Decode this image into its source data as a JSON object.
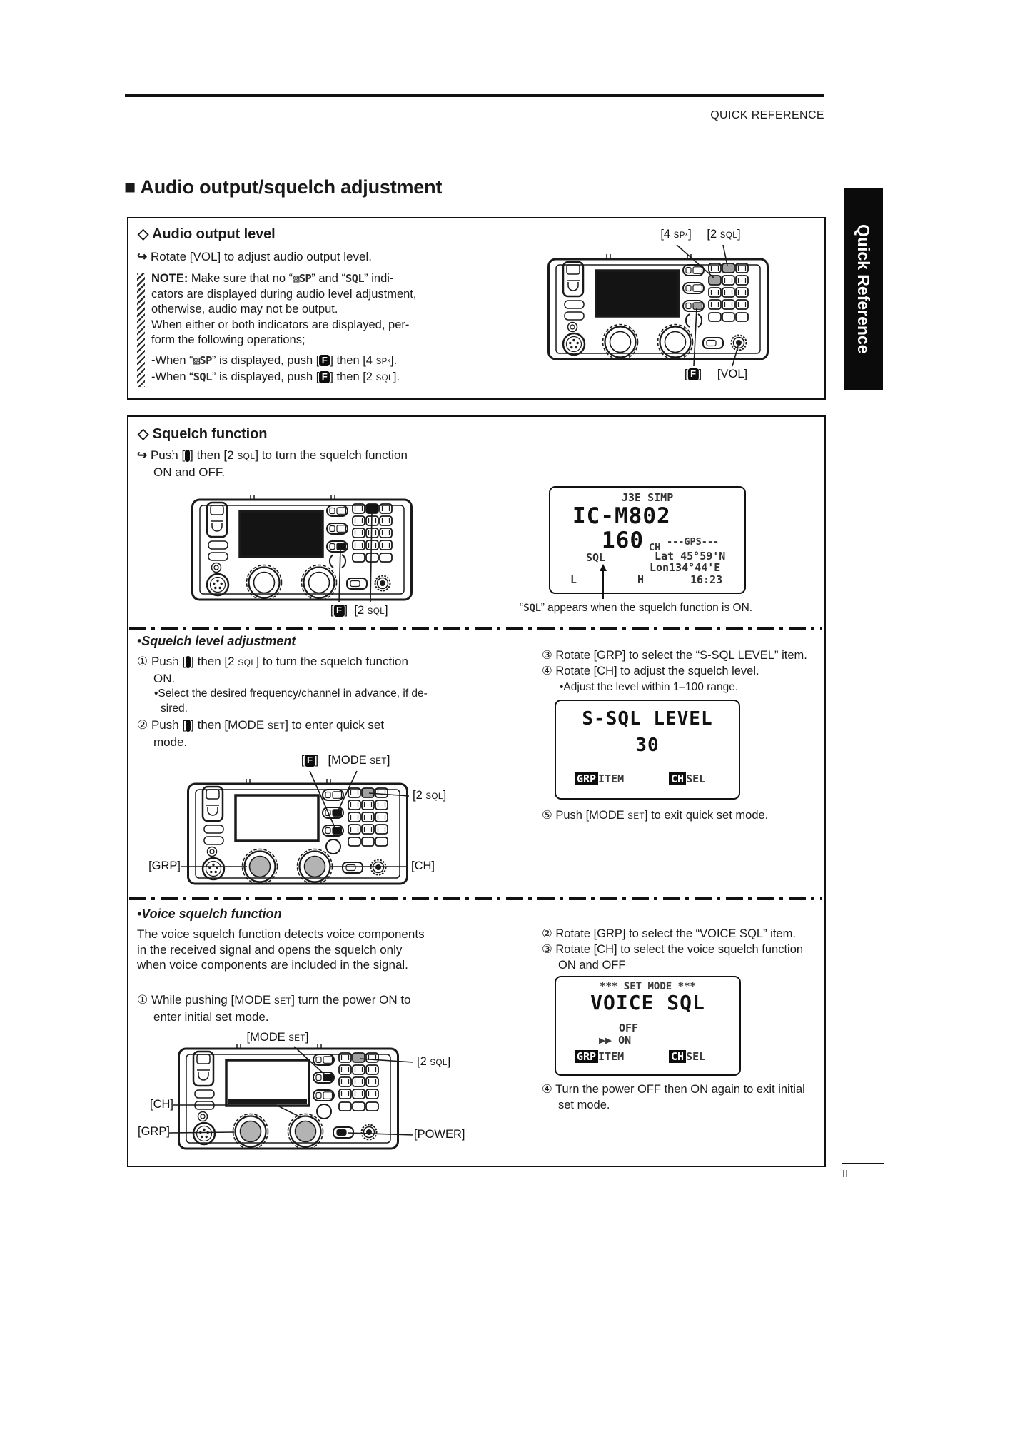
{
  "page": {
    "header": "QUICK REFERENCE",
    "title": "■ Audio output/squelch adjustment",
    "side_tab": "Quick Reference",
    "page_number": "II"
  },
  "labels": {
    "f": [
      {
        "t": "["
      },
      {
        "t": "F",
        "s": "fkey"
      },
      {
        "t": "]"
      }
    ],
    "sql2": [
      {
        "t": "[2 "
      },
      {
        "t": "SQL",
        "s": "sc"
      },
      {
        "t": "]"
      }
    ],
    "sp4": [
      {
        "t": "[4 "
      },
      {
        "t": "SPˣ",
        "s": "sc"
      },
      {
        "t": "]"
      }
    ],
    "mode_set": [
      {
        "t": "[MODE "
      },
      {
        "t": "SET",
        "s": "sc"
      },
      {
        "t": "]"
      }
    ],
    "vol": "[VOL]",
    "grp": "[GRP]",
    "ch": "[CH]",
    "power": "[POWER]"
  },
  "audio": {
    "heading": "◇ Audio output level",
    "instruction": [
      {
        "t": "↪ ",
        "s": "arw"
      },
      {
        "t": "Rotate [VOL] to adjust audio output level."
      }
    ],
    "note_p1": [
      {
        "t": "NOTE:",
        "s": "b"
      },
      {
        "t": " Make sure that no “"
      },
      {
        "t": "▨SP",
        "s": "lcd"
      },
      {
        "t": "” and “"
      },
      {
        "t": "SQL",
        "s": "lcd"
      },
      {
        "t": "” indi-\ncators are displayed during audio level adjustment,\notherwise, audio may not be output."
      }
    ],
    "note_p2": [
      {
        "t": "When either or both indicators are displayed, per-\nform the following operations;"
      }
    ],
    "note_w1": [
      {
        "t": "-When “"
      },
      {
        "t": "▨SP",
        "s": "lcd"
      },
      {
        "t": "” is displayed, push ["
      },
      {
        "t": "F",
        "s": "fkey"
      },
      {
        "t": "] then [4 "
      },
      {
        "t": "SPˣ",
        "s": "sc"
      },
      {
        "t": "]."
      }
    ],
    "note_w2": [
      {
        "t": "-When “"
      },
      {
        "t": "SQL",
        "s": "lcd"
      },
      {
        "t": "” is displayed, push ["
      },
      {
        "t": "F",
        "s": "fkey"
      },
      {
        "t": "] then [2 "
      },
      {
        "t": "SQL",
        "s": "sc"
      },
      {
        "t": "]."
      }
    ]
  },
  "squelch": {
    "heading": "◇ Squelch function",
    "instruction": [
      {
        "t": "↪ ",
        "s": "arw"
      },
      {
        "t": "Push ["
      },
      {
        "t": "F",
        "s": "fkey"
      },
      {
        "t": "] then [2 "
      },
      {
        "t": "SQL",
        "s": "sc"
      },
      {
        "t": "] to turn the squelch function\nON and OFF."
      }
    ],
    "lcd": {
      "mode_line": "J3E  SIMP",
      "name": "IC-M802",
      "channel": "160",
      "channel_unit": "CH",
      "gps_header": "---GPS---",
      "sql_indicator": "SQL",
      "lat": "Lat 45°59'N",
      "lon": "Lon134°44'E",
      "l": "L",
      "h": "H",
      "time": "16:23"
    },
    "caption": [
      {
        "t": "“"
      },
      {
        "t": "SQL",
        "s": "lcd"
      },
      {
        "t": "” appears when the squelch function is ON."
      }
    ]
  },
  "level": {
    "heading": "•Squelch level adjustment",
    "step1": [
      {
        "t": "① Push ["
      },
      {
        "t": "F",
        "s": "fkey"
      },
      {
        "t": "] then [2 "
      },
      {
        "t": "SQL",
        "s": "sc"
      },
      {
        "t": "] to turn the squelch function\nON."
      }
    ],
    "step1_note": "•Select the desired frequency/channel in advance, if de-\nsired.",
    "step2": [
      {
        "t": "② Push ["
      },
      {
        "t": "F",
        "s": "fkey"
      },
      {
        "t": "] then [MODE "
      },
      {
        "t": "SET",
        "s": "sc"
      },
      {
        "t": "] to enter quick set\nmode."
      }
    ],
    "step3": "③ Rotate [GRP] to select the “S-SQL LEVEL” item.",
    "step4": "④ Rotate [CH] to adjust the squelch level.",
    "step4_note": "•Adjust the level within 1–100 range.",
    "step5": [
      {
        "t": "⑤ Push [MODE "
      },
      {
        "t": "SET",
        "s": "sc"
      },
      {
        "t": "] to exit quick set mode."
      }
    ],
    "lcd": {
      "title": "S-SQL LEVEL",
      "value": "30",
      "grp": "GRP",
      "grp_fn": "ITEM",
      "ch": "CH",
      "ch_fn": "SEL"
    }
  },
  "voice": {
    "heading": "•Voice squelch function",
    "intro": "The voice squelch function detects voice components\nin the received signal and opens the squelch only\nwhen voice components are included in the signal.",
    "step1": [
      {
        "t": "① While pushing [MODE "
      },
      {
        "t": "SET",
        "s": "sc"
      },
      {
        "t": "] turn the power ON to\nenter initial set mode."
      }
    ],
    "step2": "② Rotate [GRP] to select the “VOICE SQL” item.",
    "step3": "③ Rotate [CH] to select the voice squelch function\nON and OFF",
    "step4": "④ Turn the power OFF then ON again to exit initial\nset mode.",
    "lcd": {
      "header": "*** SET MODE ***",
      "title": "VOICE SQL",
      "opt_off": "OFF",
      "cursor": "▶▶",
      "opt_on": "ON",
      "grp": "GRP",
      "grp_fn": "ITEM",
      "ch": "CH",
      "ch_fn": "SEL"
    }
  }
}
